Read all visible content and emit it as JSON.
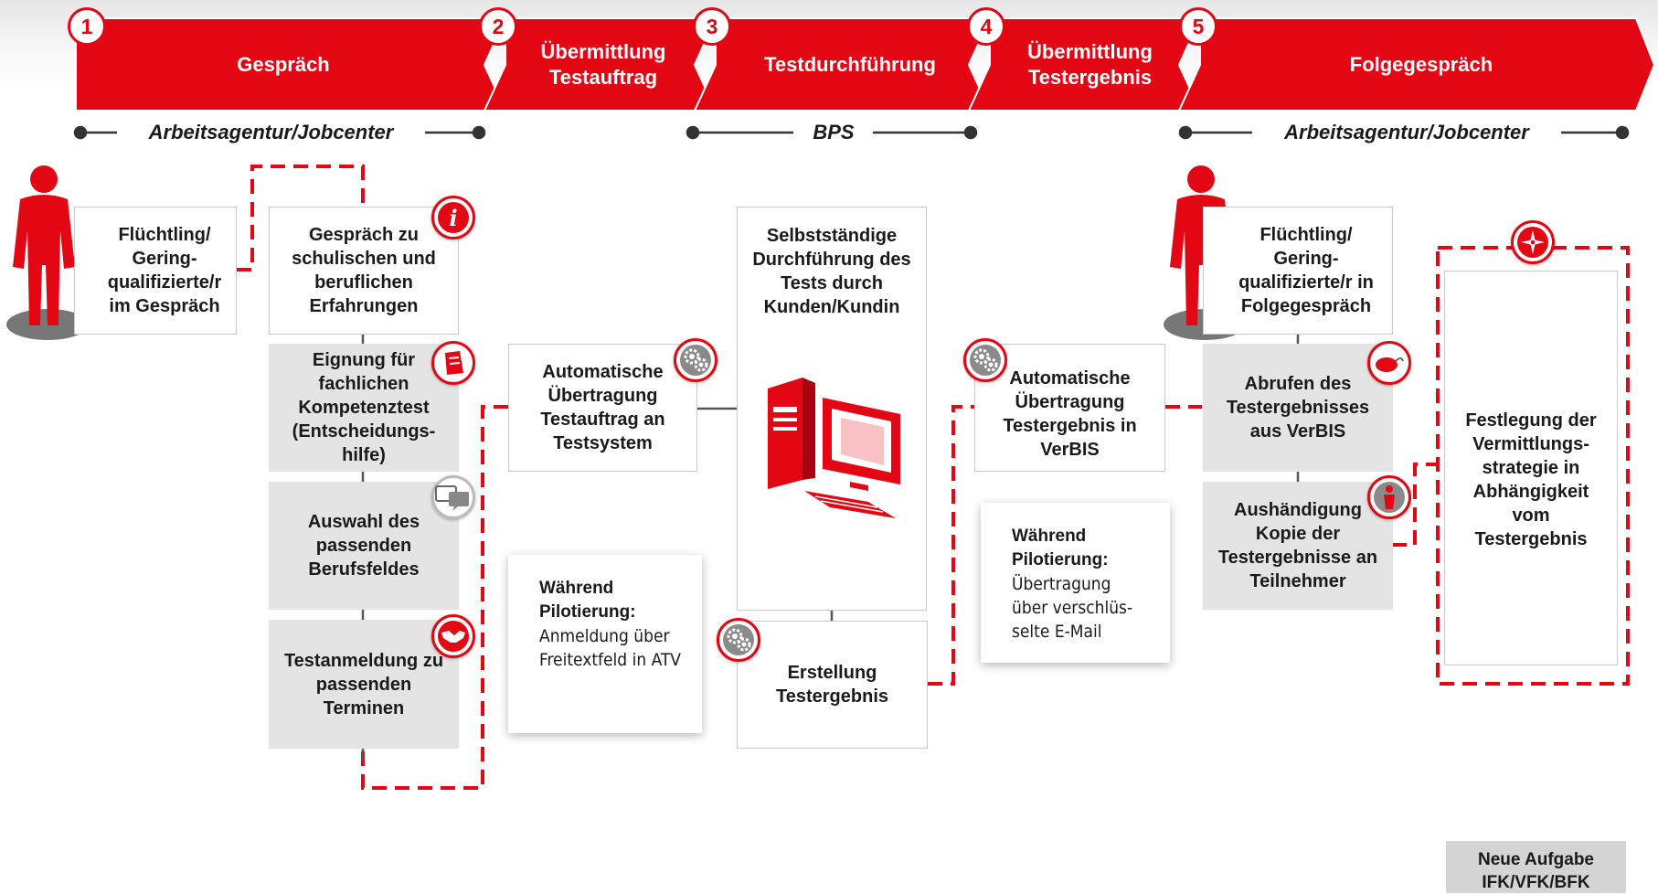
{
  "colors": {
    "accent": "#e30613",
    "box_gray": "#e4e4e4",
    "line_gray": "#444444"
  },
  "steps": [
    {
      "number": "1",
      "title": "Gespräch"
    },
    {
      "number": "2",
      "title": "Übermittlung Testauftrag"
    },
    {
      "number": "3",
      "title": "Testdurchführung"
    },
    {
      "number": "4",
      "title": "Übermittlung Testergebnis"
    },
    {
      "number": "5",
      "title": "Folgegespräch"
    }
  ],
  "agencies": {
    "left": "Arbeitsagentur/Jobcenter",
    "middle": "BPS",
    "right": "Arbeitsagentur/Jobcenter"
  },
  "boxes": {
    "fluechtling_1": "Flüchtling/ Gering-qualifizierte/r im Gespräch",
    "gespraech": "Gespräch zu schulischen und beruflichen Erfahrungen",
    "eignung": "Eignung für fachlichen Kompetenztest (Entscheidungs-hilfe)",
    "auswahl": "Auswahl des passenden Berufsfeldes",
    "testanmeldung": "Testanmeldung zu passenden Terminen",
    "auto_testauftrag": "Automatische Übertragung Testauftrag an Testsystem",
    "selbststaendig": "Selbstständige Durchführung des Tests durch Kunden/Kundin",
    "erstellung": "Erstellung Testergebnis",
    "auto_testergebnis": "Automatische Übertragung Testergebnis in VerBIS",
    "fluechtling_2": "Flüchtling/ Gering-qualifizierte/r in Folgegespräch",
    "abrufen": "Abrufen des Testergebnisses aus VerBIS",
    "aushaendigung": "Aushändigung Kopie der Testergebnisse an Teilnehmer",
    "festlegung": "Festlegung der Vermittlungs-strategie in Abhängigkeit vom Testergebnis"
  },
  "notes": [
    {
      "heading": "Während Pilotierung:",
      "text": "Anmeldung über Freitextfeld in ATV"
    },
    {
      "heading": "Während Pilotierung:",
      "text": "Übertragung über verschlüs-selte E-Mail"
    }
  ],
  "legend": "Neue Aufgabe IFK/VFK/BFK",
  "icons": [
    "person-icon",
    "info-icon",
    "document-icon",
    "chat-bubbles-icon",
    "handshake-icon",
    "gears-icon",
    "computer-icon",
    "mouse-icon",
    "person-badge-icon",
    "compass-icon"
  ]
}
